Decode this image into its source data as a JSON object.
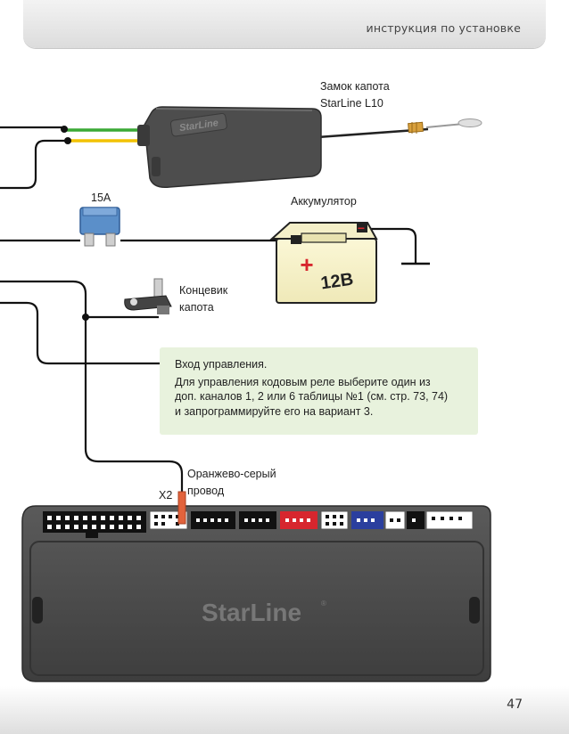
{
  "header": {
    "title": "инструкция по установке"
  },
  "labels": {
    "hood_lock_line1": "Замок капота",
    "hood_lock_line2": "StarLine L10",
    "fuse": "15A",
    "battery": "Аккумулятор",
    "battery_voltage": "12В",
    "limit_switch_line1": "Концевик",
    "limit_switch_line2": "капота",
    "wire_line1": "Оранжево-серый",
    "wire_line2": "провод",
    "connector": "X2"
  },
  "note": {
    "title": "Вход управления.",
    "line1": "Для управления кодовым реле выберите один  из",
    "line2": "доп. каналов 1, 2 или 6 таблицы №1 (см. стр. 73, 74)",
    "line3": "и запрограммируйте его на вариант 3."
  },
  "devices": {
    "relay_logo": "StarLine",
    "main_unit_logo": "StarLine"
  },
  "footer": {
    "page_number": "47"
  },
  "colors": {
    "wire_green": "#3aa935",
    "wire_yellow": "#f2c200",
    "wire_orange": "#e2633c",
    "wire_black": "#111111",
    "fuse_blue": "#5b8fc9",
    "battery_red": "#d7262e",
    "connector_red": "#d7262e",
    "connector_blue": "#2b3f9e",
    "note_bg": "#e8f2dd",
    "device_gray": "#4a4a4a"
  }
}
